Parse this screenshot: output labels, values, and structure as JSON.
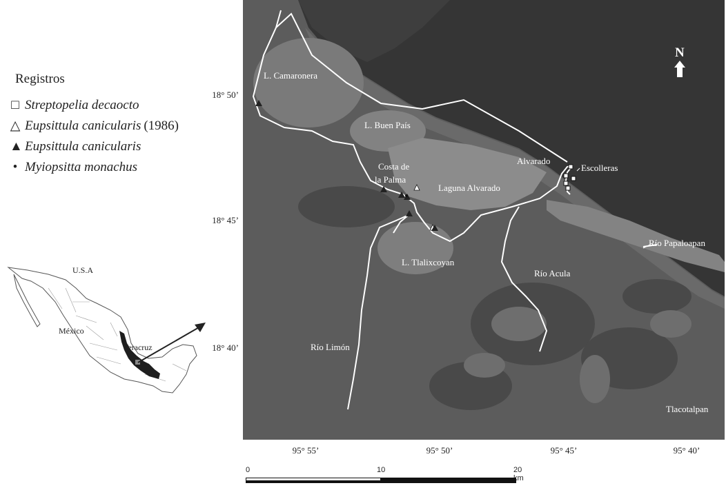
{
  "legend": {
    "title": "Registros",
    "items": [
      {
        "symbol": "□",
        "species": "Streptopelia decaocto",
        "year": ""
      },
      {
        "symbol": "△",
        "species": "Eupsittula canicularis",
        "year": "(1986)"
      },
      {
        "symbol": "▲",
        "species": "Eupsittula canicularis",
        "year": ""
      },
      {
        "symbol": "•",
        "species": "Myiopsitta monachus",
        "year": ""
      }
    ]
  },
  "inset": {
    "country_north": "U.S.A",
    "country": "México",
    "state": "Veracruz"
  },
  "map": {
    "north": "N",
    "places": {
      "camaronera": "L. Camaronera",
      "buen_pais": "L. Buen País",
      "costa_palma_1": "Costa de",
      "costa_palma_2": "la Palma",
      "laguna_alvarado": "Laguna Alvarado",
      "alvarado": "Alvarado",
      "escolleras": "Escolleras",
      "papaloapan": "Río Papaloapan",
      "tlalixcoyan": "L. Tlalixcoyan",
      "acula": "Río Acula",
      "limon": "Río Limón",
      "tlacotalpan": "Tlacotalpan"
    }
  },
  "latitudes": [
    "18° 50’",
    "18° 45’",
    "18° 40’"
  ],
  "longitudes": [
    "95° 55’",
    "95° 50’",
    "95° 45’",
    "95° 40’"
  ],
  "scale": {
    "zero": "0",
    "mid": "10",
    "end": "20 km"
  },
  "colors": {
    "sea": "#353535",
    "land": "#5c5c5c",
    "lagoon": "#8a8a8a",
    "marsh": "#474747",
    "marker": "#222222"
  }
}
